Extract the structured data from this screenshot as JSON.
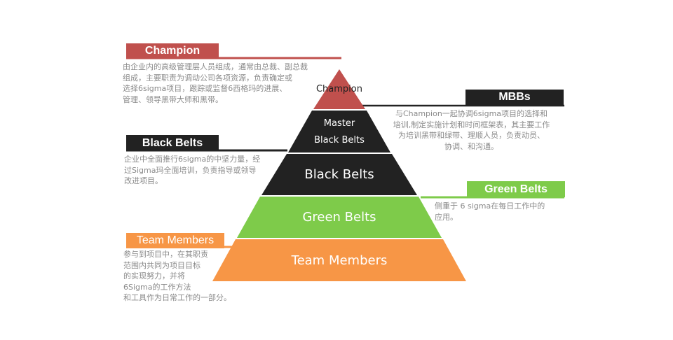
{
  "colors": {
    "champion": "#c0504d",
    "dark": "#222222",
    "green": "#7ecb4a",
    "orange": "#f79646",
    "text_gray": "#8a8a8a"
  },
  "pyramid": {
    "tiers": [
      {
        "lines": [
          "Champion"
        ]
      },
      {
        "lines": [
          "Master",
          "Black Belts"
        ]
      },
      {
        "lines": [
          "Black Belts"
        ]
      },
      {
        "lines": [
          "Green Belts"
        ]
      },
      {
        "lines": [
          "Team Members"
        ]
      }
    ]
  },
  "labels": {
    "champion": "Champion",
    "mbbs": "MBBs",
    "black_belts": "Black Belts",
    "green_belts": "Green Belts",
    "team_members": "Team Members"
  },
  "descriptions": {
    "champion": [
      "由企业内的高级管理层人员组成，通常由总裁、副总裁",
      "组成，主要职责为调动公司各项资源，负责确定或",
      "选择6sigma项目，跟踪或监督6西格玛的进展、",
      "管理、领导黑带大师和黑带。"
    ],
    "mbbs": [
      "与Champion一起协调6sigma项目的选择和",
      "培训,制定实施计划和时间框架表，其主要工作",
      "为培训黑带和绿带、理顺人员，负责动员、",
      "协调、和沟通。"
    ],
    "black_belts": [
      "企业中全面推行6sigma的中坚力量，经",
      "过Sigma玛全面培训，负责指导或领导",
      "改进项目。"
    ],
    "green_belts": [
      "侧重于 6 sigma在每日工作中的",
      "应用。"
    ],
    "team_members": [
      "参与到项目中，在其职责",
      "范围内共同为项目目标",
      "的实现努力，并将",
      "6Sigma的工作方法",
      "和工具作为日常工作的一部分。"
    ]
  }
}
